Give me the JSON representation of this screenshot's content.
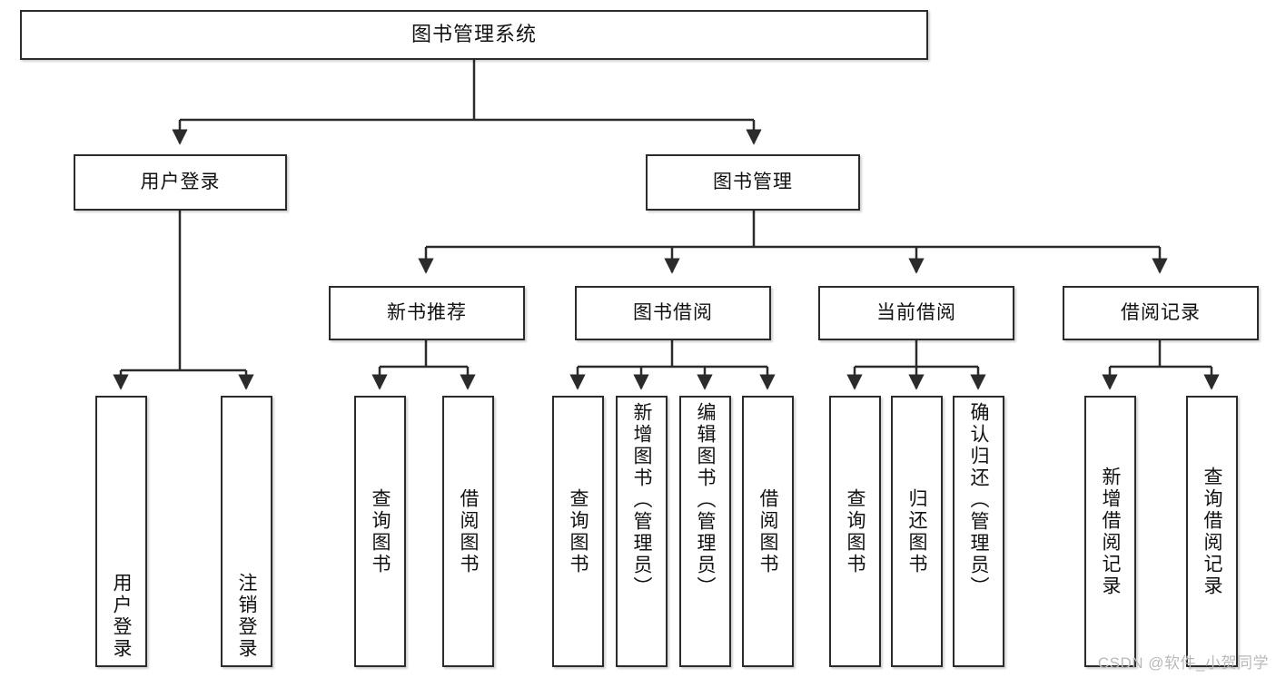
{
  "diagram": {
    "title": "图书管理系统",
    "type": "tree-hierarchy-chart",
    "watermark": "CSDN @软件_小贺同学",
    "colors": {
      "box_border": "#2b2b2b",
      "box_fill": "#ffffff",
      "connector": "#2b2b2b",
      "text": "#111111",
      "watermark": "#b9b9b9"
    }
  },
  "nodes": {
    "root": {
      "label": "图书管理系统"
    },
    "level2": [
      {
        "label": "用户登录"
      },
      {
        "label": "图书管理"
      }
    ],
    "level3": [
      {
        "label": "新书推荐"
      },
      {
        "label": "图书借阅"
      },
      {
        "label": "当前借阅"
      },
      {
        "label": "借阅记录"
      }
    ],
    "leaves": {
      "user_login": [
        {
          "label": "用户登录"
        },
        {
          "label": "注销登录"
        }
      ],
      "new_book_recommend": [
        {
          "label": "查询图书"
        },
        {
          "label": "借阅图书"
        }
      ],
      "book_borrow": [
        {
          "label": "查询图书"
        },
        {
          "label": "新增图书（管理员）"
        },
        {
          "label": "编辑图书（管理员）"
        },
        {
          "label": "借阅图书"
        }
      ],
      "current_borrow": [
        {
          "label": "查询图书"
        },
        {
          "label": "归还图书"
        },
        {
          "label": "确认归还（管理员）"
        }
      ],
      "borrow_records": [
        {
          "label": "新增借阅记录"
        },
        {
          "label": "查询借阅记录"
        }
      ]
    }
  }
}
